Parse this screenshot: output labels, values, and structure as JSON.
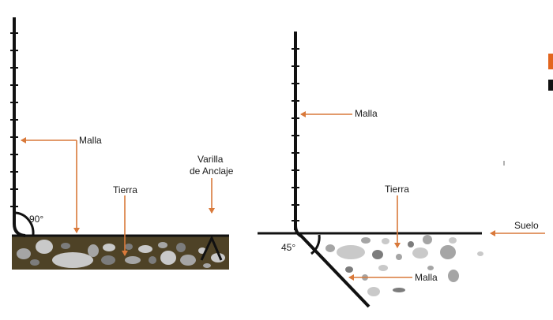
{
  "left_diagram": {
    "mesh_label": "Malla",
    "soil_label": "Tierra",
    "rod_label_line1": "Varilla",
    "rod_label_line2": "de Anclaje",
    "angle_label": "90°"
  },
  "right_diagram": {
    "mesh_label": "Malla",
    "soil_label": "Tierra",
    "ground_label": "Suelo",
    "buried_mesh_label": "Malla",
    "angle_label": "45°"
  },
  "colors": {
    "arrow": "#d9793a",
    "post": "#111111",
    "soil_fill": "#4e4226",
    "rock_light": "#c9c9c9",
    "rock_mid": "#a5a5a5",
    "rock_dark": "#7c7c7c",
    "brand_orange": "#e2651e"
  },
  "icons": {
    "post_mesh": "fence-post-icon",
    "anchor_rod": "anchor-rod-icon",
    "arrow": "arrow-icon"
  }
}
